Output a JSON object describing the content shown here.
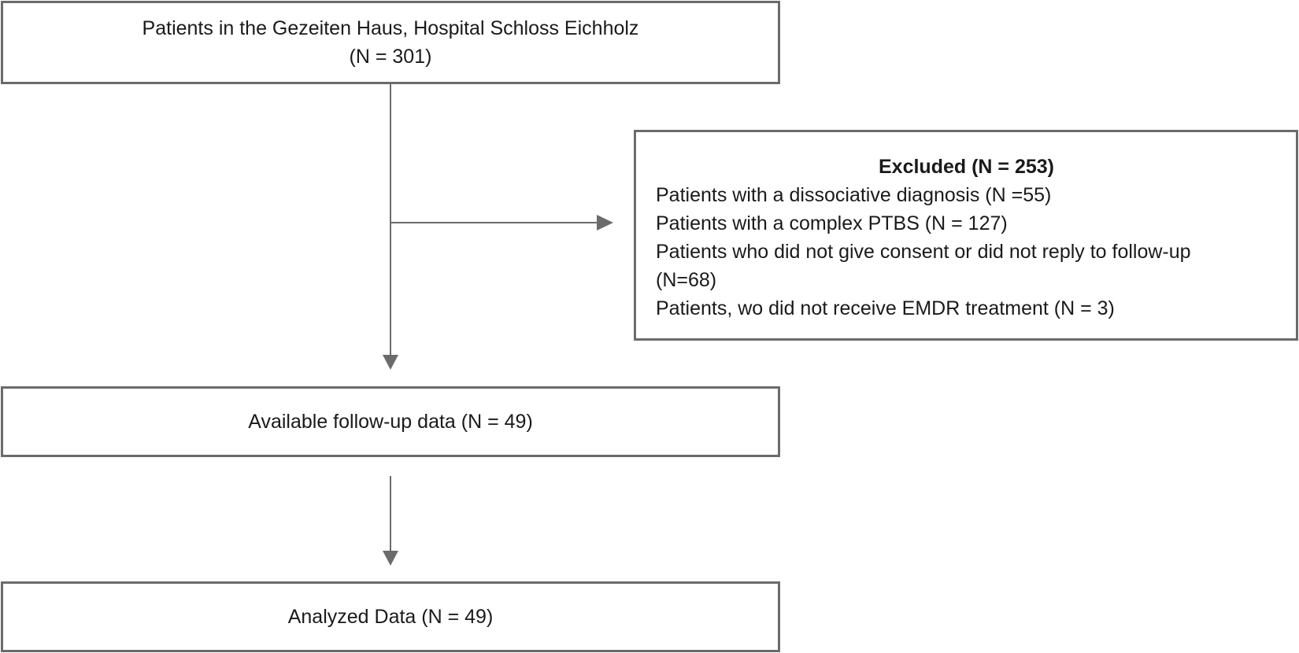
{
  "nodes": {
    "start": {
      "line1": "Patients in the Gezeiten Haus, Hospital Schloss Eichholz",
      "line2": "(N = 301)"
    },
    "excluded": {
      "heading": "Excluded (N = 253)",
      "items": [
        "Patients with a dissociative diagnosis (N =55)",
        "Patients with a complex PTBS (N = 127)",
        "Patients who did not give consent or did not reply to follow-up",
        "(N=68)",
        "Patients, wo did not receive EMDR treatment (N = 3)"
      ]
    },
    "available": {
      "label": "Available follow-up data (N = 49)"
    },
    "analyzed": {
      "label": "Analyzed Data (N = 49)"
    }
  },
  "colors": {
    "border": "#6b6b6b",
    "arrow": "#6b6b6b",
    "text": "#1a1a1a"
  }
}
